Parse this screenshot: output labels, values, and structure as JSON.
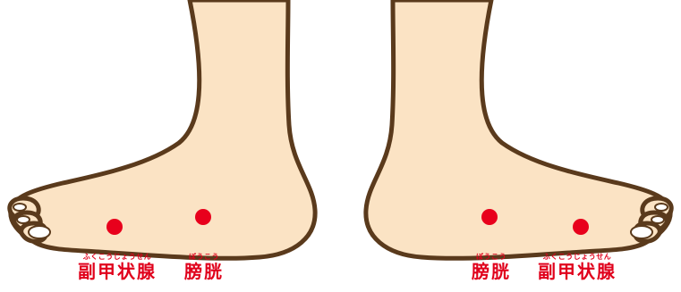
{
  "colors": {
    "skin": "#fbe3c4",
    "outline": "#5a3a1c",
    "toenail": "#ffffff",
    "point": "#e8001c",
    "label": "#e0001b"
  },
  "left_foot": {
    "points": [
      {
        "name": "副甲状腺",
        "ruby": "ふくこうじょうせん"
      },
      {
        "name": "膀胱",
        "ruby": "ぼうこう"
      }
    ]
  },
  "right_foot": {
    "points": [
      {
        "name": "膀胱",
        "ruby": "ぼうこう"
      },
      {
        "name": "副甲状腺",
        "ruby": "ふくこうじょうせん"
      }
    ]
  }
}
